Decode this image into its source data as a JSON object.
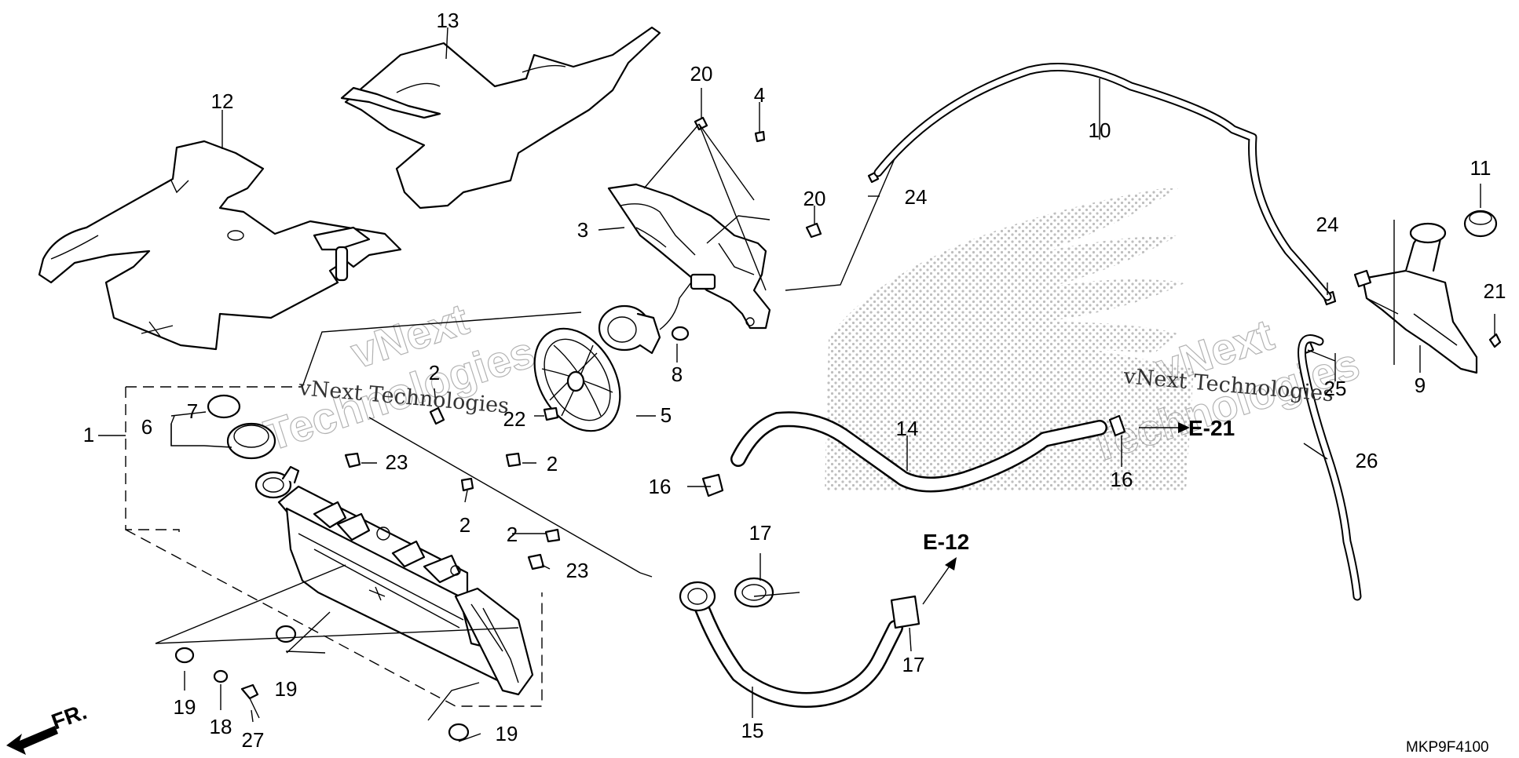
{
  "diagram_code": "MKP9F4100",
  "front_label": "FR.",
  "refs": {
    "e21": "E-21",
    "e12": "E-12"
  },
  "watermarks": [
    "vNext Technologies",
    "vNext Technologies",
    "vNext",
    "Technologies",
    "vNext",
    "Technologies"
  ],
  "callouts": [
    "1",
    "2",
    "2",
    "2",
    "2",
    "2",
    "3",
    "4",
    "5",
    "6",
    "7",
    "8",
    "9",
    "10",
    "11",
    "12",
    "13",
    "14",
    "15",
    "16",
    "16",
    "17",
    "17",
    "18",
    "19",
    "19",
    "19",
    "19",
    "20",
    "20",
    "21",
    "22",
    "23",
    "23",
    "24",
    "24",
    "25",
    "26",
    "27"
  ]
}
